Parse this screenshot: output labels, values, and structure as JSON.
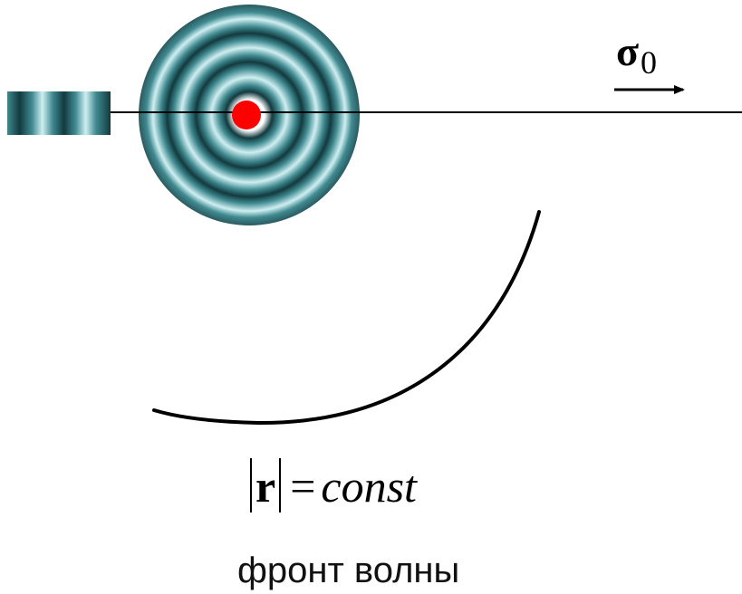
{
  "labels": {
    "direction_vector": "σ",
    "direction_subscript": "0",
    "formula_r": "r",
    "formula_equals": "=",
    "formula_const": "const",
    "caption": "фронт волны"
  },
  "colors": {
    "ring_dark": "#123a3f",
    "ring_mid": "#3f8a90",
    "ring_light": "#cfeff2",
    "source_point": "#ff0000",
    "line": "#000000"
  }
}
